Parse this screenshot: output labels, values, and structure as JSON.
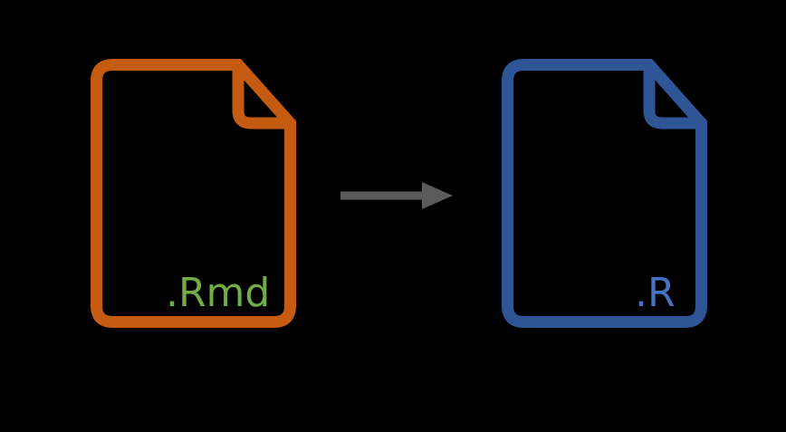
{
  "diagram": {
    "background_color": "#000000",
    "source_file": {
      "icon": "rmd-file-icon",
      "outline_color": "#C55A11",
      "label": ".Rmd",
      "label_color": "#70AD47"
    },
    "arrow": {
      "icon": "arrow-right-icon",
      "color": "#5B5B5B",
      "direction": "right"
    },
    "target_file": {
      "icon": "r-file-icon",
      "outline_color": "#2F5597",
      "label": ".R",
      "label_color": "#4472C4"
    }
  }
}
